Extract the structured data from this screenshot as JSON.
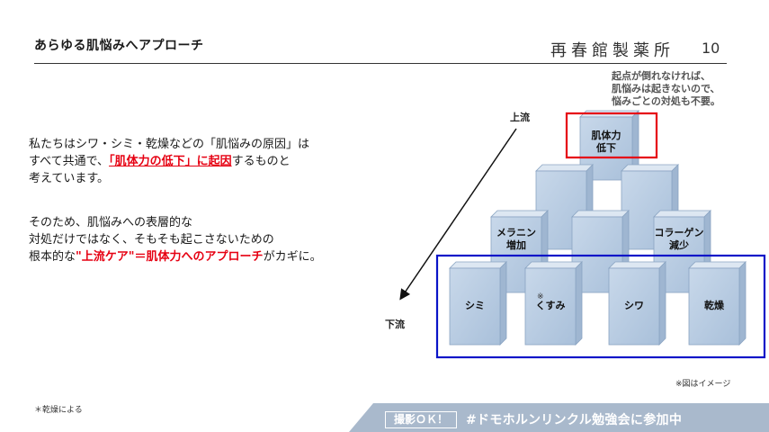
{
  "header": {
    "title": "あらゆる肌悩みへアプローチ",
    "brand": "再春館製薬所",
    "page_number": "10"
  },
  "note": {
    "line1": "起点が倒れなければ、",
    "line2": "肌悩みは起きないので、",
    "line3": "悩みごとの対処も不要。"
  },
  "body": {
    "p1_line1": "私たちはシワ・シミ・乾燥などの「肌悩みの原因」は",
    "p1_line2_pre": "すべて共通で、",
    "p1_line2_highlight": "「肌体力の低下」に起因",
    "p1_line2_post": "するものと",
    "p1_line3": "考えています。",
    "p2_line1": "そのため、肌悩みへの表層的な",
    "p2_line2": "対処だけではなく、そもそも起こさないための",
    "p2_line3_pre": "根本的な",
    "p2_line3_highlight": "\"上流ケア\"＝肌体力へのアプローチ",
    "p2_line3_post": "がカギに。"
  },
  "diagram": {
    "upstream_label": "上流",
    "downstream_label": "下流",
    "top_box": {
      "line1": "肌体力",
      "line2": "低下"
    },
    "melanin": {
      "line1": "メラニン",
      "line2": "増加"
    },
    "collagen": {
      "line1": "コラーゲン",
      "line2": "減少"
    },
    "bottom": [
      "シミ",
      "くすみ",
      "シワ",
      "乾燥"
    ],
    "kusumi_mark": "※",
    "colors": {
      "red_frame": "#e60012",
      "blue_frame": "#0a14c8",
      "box_fill": "#b8cde4"
    }
  },
  "footnote": "＊乾燥による",
  "image_note": "※図はイメージ",
  "banner": {
    "ok_label": "撮影ＯＫ！",
    "hashtag": "#ドモホルンリンクル勉強会に参加中",
    "color": "#a9b9cc"
  }
}
